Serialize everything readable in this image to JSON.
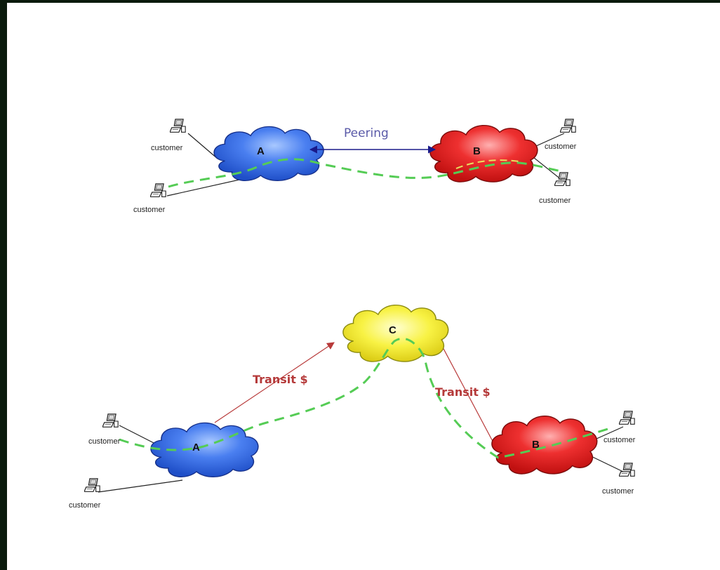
{
  "colors": {
    "cloud_a": "#3a6fe0",
    "cloud_b": "#e02a2a",
    "cloud_c": "#f5f03a",
    "traffic_path": "#55cc55",
    "peering_link": "#1a1a8a",
    "transit_link": "#b83a3a"
  },
  "peering": {
    "label": "Peering",
    "cloud_a": "A",
    "cloud_b": "B",
    "customers": [
      "customer",
      "customer",
      "customer",
      "customer"
    ]
  },
  "transit": {
    "label_left": "Transit $",
    "label_right": "Transit $",
    "cloud_a": "A",
    "cloud_b": "B",
    "cloud_c": "C",
    "customers": [
      "customer",
      "customer",
      "customer",
      "customer"
    ]
  }
}
